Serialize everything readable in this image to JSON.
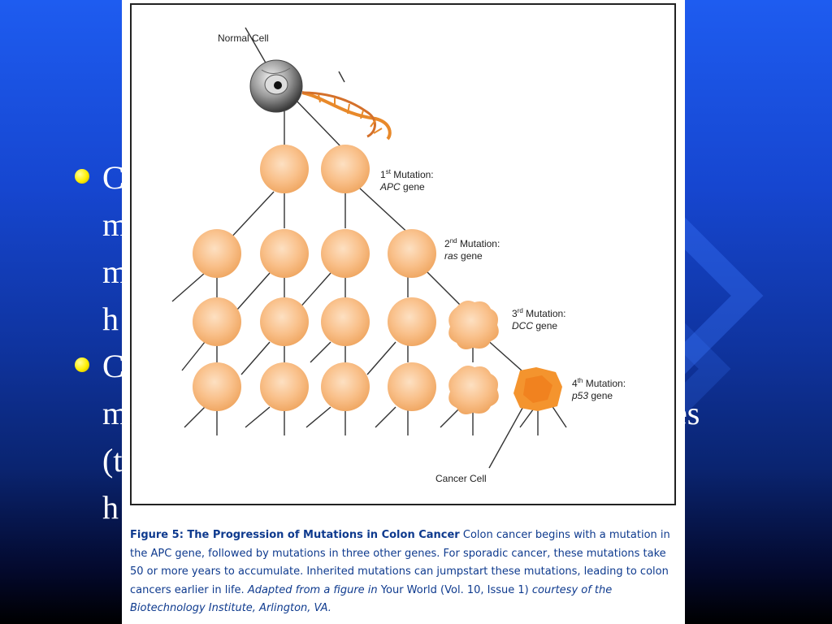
{
  "slide": {
    "bullets": [
      {
        "lines": [
          "C",
          "m",
          "m",
          "h"
        ]
      },
      {
        "lines": [
          "C",
          "m",
          "(t",
          "h"
        ],
        "tail": "es"
      }
    ]
  },
  "figure": {
    "labels": {
      "normal_cell": "Normal Cell",
      "cancer_cell": "Cancer Cell",
      "mutations": [
        {
          "num": "1",
          "suffix": "st",
          "label": "Mutation:",
          "gene": "APC",
          "gene_word": "gene"
        },
        {
          "num": "2",
          "suffix": "nd",
          "label": "Mutation:",
          "gene": "ras",
          "gene_word": "gene"
        },
        {
          "num": "3",
          "suffix": "rd",
          "label": "Mutation:",
          "gene": "DCC",
          "gene_word": "gene"
        },
        {
          "num": "4",
          "suffix": "th",
          "label": "Mutation:",
          "gene": "p53",
          "gene_word": "gene"
        }
      ]
    },
    "caption": {
      "title": "Figure 5: The Progression of Mutations in Colon Cancer",
      "body": "Colon cancer begins with a mutation in the APC gene, followed by mutations in three other genes. For sporadic cancer, these mutations take 50 or more years to accumulate. Inherited mutations can jumpstart these mutations, leading to colon cancers earlier in life.",
      "adapted": "Adapted from a figure in",
      "source": "Your World (Vol. 10, Issue 1)",
      "courtesy": "courtesy of the Biotechnology Institute, Arlington, VA."
    }
  },
  "colors": {
    "background": "#1646d0",
    "cell_fill": "#f9c08a",
    "cancer_cell": "#f4942e",
    "dna": "#e8892a",
    "caption_text": "#0e3a8e",
    "bullet": "#ffee00"
  }
}
